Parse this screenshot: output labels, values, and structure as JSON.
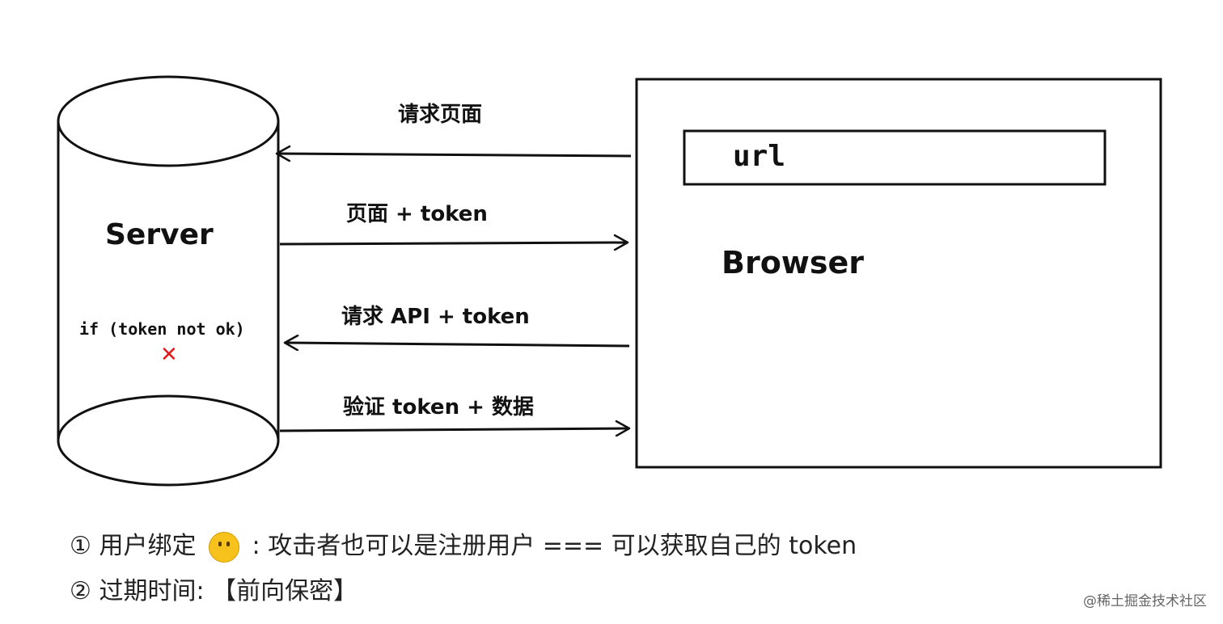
{
  "server": {
    "label": "Server",
    "condition": "if (token not ok)",
    "fail_mark": "✕"
  },
  "browser": {
    "label": "Browser",
    "url_label": "url"
  },
  "arrows": [
    {
      "label": "请求页面"
    },
    {
      "label": "页面 + token"
    },
    {
      "label": "请求 API + token"
    },
    {
      "label": "验证 token + 数据"
    }
  ],
  "notes": [
    {
      "marker": "①",
      "title": "用户绑定",
      "icon": "thinking-face-icon",
      "text": ":  攻击者也可以是注册用户 === 可以获取自己的 token"
    },
    {
      "marker": "②",
      "title": "过期时间:",
      "text": "【前向保密】"
    }
  ],
  "footer": "@稀土掘金技术社区",
  "colors": {
    "fail_mark": "#e11b1b",
    "emoji": "#f7c21c"
  }
}
